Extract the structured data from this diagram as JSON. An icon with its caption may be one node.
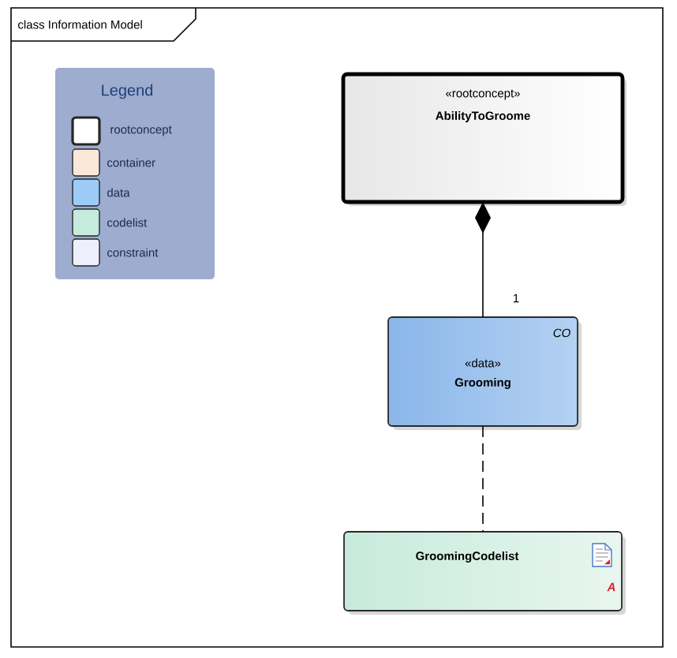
{
  "diagram": {
    "title": "class Information Model",
    "nodes": [
      {
        "text": [
          "«rootconcept»",
          "AbilityToGroome"
        ]
      },
      {
        "text": [
          "CO",
          "«data»",
          "Grooming"
        ]
      },
      {
        "text": [
          "GroomingCodelist",
          "A"
        ]
      }
    ],
    "edges": [
      {
        "from": 1,
        "to": 0,
        "arrow": "other",
        "label": "1"
      },
      {
        "from": 1,
        "to": 2,
        "arrow": "none",
        "style": "dashed"
      }
    ],
    "labels": [
      "Legend"
    ],
    "legend": [
      {
        "text": "rootconcept",
        "color": "#ffffff"
      },
      {
        "text": "container",
        "color": "#fce8d8"
      },
      {
        "text": "data",
        "color": "#9ccbf8"
      },
      {
        "text": "codelist",
        "color": "#c6ebdc"
      },
      {
        "text": "constraint",
        "color": "#eeeffc"
      }
    ]
  }
}
